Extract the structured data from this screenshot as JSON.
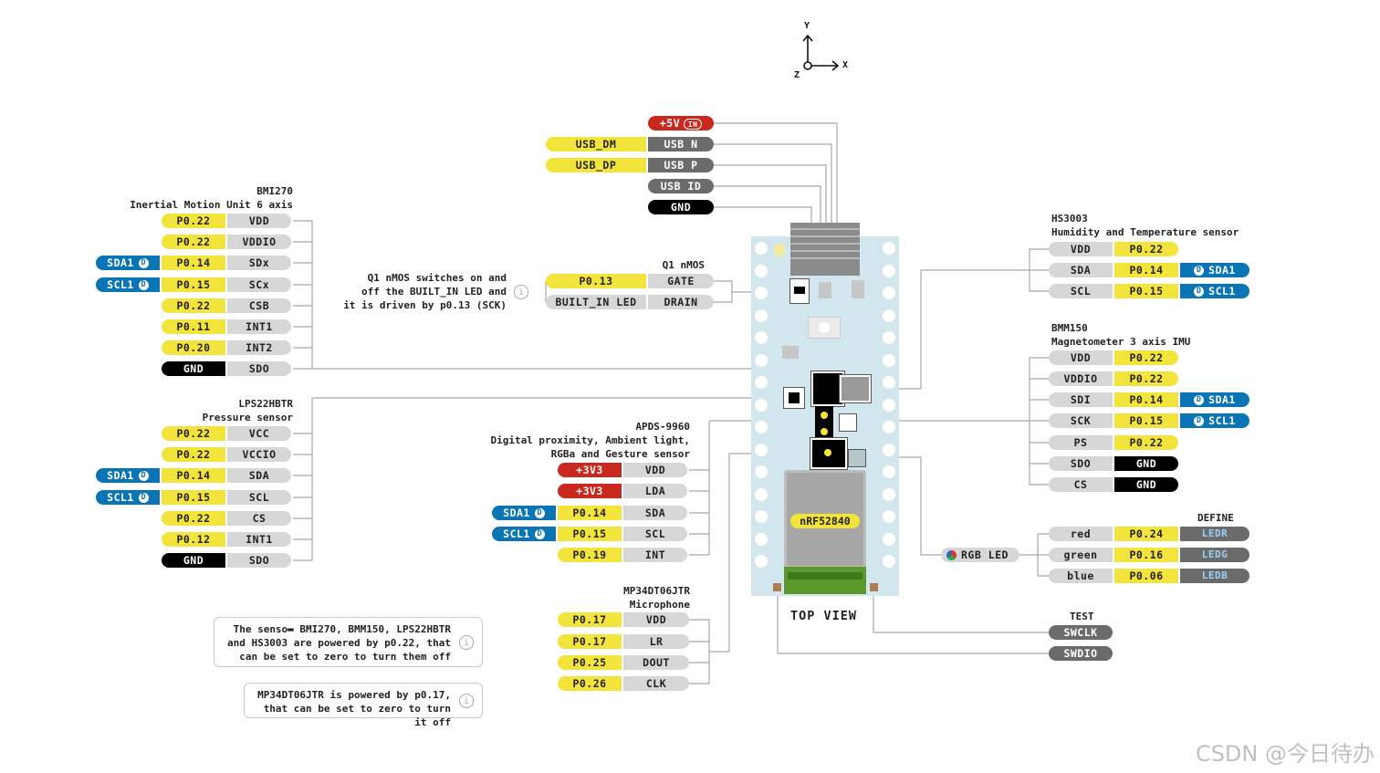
{
  "axes": {
    "y": "Y",
    "x": "X",
    "z": "Z"
  },
  "usb": {
    "rows": [
      {
        "signal": "",
        "pin": "+5V",
        "badge": "IN"
      },
      {
        "signal": "USB_DM",
        "pin": "USB N"
      },
      {
        "signal": "USB_DP",
        "pin": "USB P"
      },
      {
        "signal": "",
        "pin": "USB ID"
      },
      {
        "signal": "",
        "pin": "GND"
      }
    ]
  },
  "bmi270": {
    "title": "BMI270",
    "subtitle": "Inertial Motion Unit 6 axis",
    "rows": [
      {
        "bus": "",
        "port": "P0.22",
        "pin": "VDD"
      },
      {
        "bus": "",
        "port": "P0.22",
        "pin": "VDDIO"
      },
      {
        "bus": "SDA1",
        "port": "P0.14",
        "pin": "SDx"
      },
      {
        "bus": "SCL1",
        "port": "P0.15",
        "pin": "SCx"
      },
      {
        "bus": "",
        "port": "P0.22",
        "pin": "CSB"
      },
      {
        "bus": "",
        "port": "P0.11",
        "pin": "INT1"
      },
      {
        "bus": "",
        "port": "P0.20",
        "pin": "INT2"
      },
      {
        "bus": "",
        "port": "GND",
        "pin": "SDO"
      }
    ]
  },
  "lps22": {
    "title": "LPS22HBTR",
    "subtitle": "Pressure sensor",
    "rows": [
      {
        "bus": "",
        "port": "P0.22",
        "pin": "VCC"
      },
      {
        "bus": "",
        "port": "P0.22",
        "pin": "VCCIO"
      },
      {
        "bus": "SDA1",
        "port": "P0.14",
        "pin": "SDA"
      },
      {
        "bus": "SCL1",
        "port": "P0.15",
        "pin": "SCL"
      },
      {
        "bus": "",
        "port": "P0.22",
        "pin": "CS"
      },
      {
        "bus": "",
        "port": "P0.12",
        "pin": "INT1"
      },
      {
        "bus": "",
        "port": "GND",
        "pin": "SDO"
      }
    ]
  },
  "q1": {
    "title": "Q1 nMOS",
    "note": [
      "Q1 nMOS switches on and",
      "off the BUILT_IN LED and",
      "it is driven by p0.13 (SCK)"
    ],
    "rows": [
      {
        "port": "P0.13",
        "pin": "GATE"
      },
      {
        "port": "BUILT_IN LED",
        "pin": "DRAIN"
      }
    ]
  },
  "apds": {
    "title": "APDS-9960",
    "subtitle": [
      "Digital proximity, Ambient light,",
      "RGBa and Gesture sensor"
    ],
    "rows": [
      {
        "bus": "",
        "port": "+3V3",
        "pin": "VDD"
      },
      {
        "bus": "",
        "port": "+3V3",
        "pin": "LDA"
      },
      {
        "bus": "SDA1",
        "port": "P0.14",
        "pin": "SDA"
      },
      {
        "bus": "SCL1",
        "port": "P0.15",
        "pin": "SCL"
      },
      {
        "bus": "",
        "port": "P0.19",
        "pin": "INT"
      }
    ]
  },
  "mic": {
    "title": "MP34DT06JTR",
    "subtitle": "Microphone",
    "rows": [
      {
        "port": "P0.17",
        "pin": "VDD"
      },
      {
        "port": "P0.17",
        "pin": "LR"
      },
      {
        "port": "P0.25",
        "pin": "DOUT"
      },
      {
        "port": "P0.26",
        "pin": "CLK"
      }
    ]
  },
  "hs3003": {
    "title": "HS3003",
    "subtitle": "Humidity and Temperature sensor",
    "rows": [
      {
        "pin": "VDD",
        "port": "P0.22",
        "bus": ""
      },
      {
        "pin": "SDA",
        "port": "P0.14",
        "bus": "SDA1"
      },
      {
        "pin": "SCL",
        "port": "P0.15",
        "bus": "SCL1"
      }
    ]
  },
  "bmm150": {
    "title": "BMM150",
    "subtitle": "Magnetometer 3 axis IMU",
    "rows": [
      {
        "pin": "VDD",
        "port": "P0.22",
        "bus": ""
      },
      {
        "pin": "VDDIO",
        "port": "P0.22",
        "bus": ""
      },
      {
        "pin": "SDI",
        "port": "P0.14",
        "bus": "SDA1"
      },
      {
        "pin": "SCK",
        "port": "P0.15",
        "bus": "SCL1"
      },
      {
        "pin": "PS",
        "port": "P0.22",
        "bus": ""
      },
      {
        "pin": "SDO",
        "port": "GND",
        "bus": ""
      },
      {
        "pin": "CS",
        "port": "GND",
        "bus": ""
      }
    ]
  },
  "rgb": {
    "define_title": "DEFINE",
    "label": "RGB LED",
    "rows": [
      {
        "pin": "red",
        "port": "P0.24",
        "define": "LEDR"
      },
      {
        "pin": "green",
        "port": "P0.16",
        "define": "LEDG"
      },
      {
        "pin": "blue",
        "port": "P0.06",
        "define": "LEDB"
      }
    ]
  },
  "test": {
    "title": "TEST",
    "rows": [
      {
        "pin": "SWCLK"
      },
      {
        "pin": "SWDIO"
      }
    ]
  },
  "board": {
    "chip_label": "nRF52840",
    "view_label": "TOP VIEW"
  },
  "notes": {
    "power": [
      "The senso▬ BMI270, BMM150, LPS22HBTR",
      "and HS3003 are powered by p0.22, that",
      "can be set to zero to turn them off"
    ],
    "mic": [
      "MP34DT06JTR is powered by p0.17,",
      "that can be set to zero to turn it off"
    ],
    "info_glyph": "i"
  },
  "badge_glyph": "D",
  "watermark": "CSDN @今日待办",
  "colors": {
    "yellow": "#f3e43b",
    "grey": "#d7d7d7",
    "dark_grey": "#6b6b6b",
    "black": "#000000",
    "red": "#c8281e",
    "blue": "#0a75b4",
    "board": "#d2e6ee"
  }
}
